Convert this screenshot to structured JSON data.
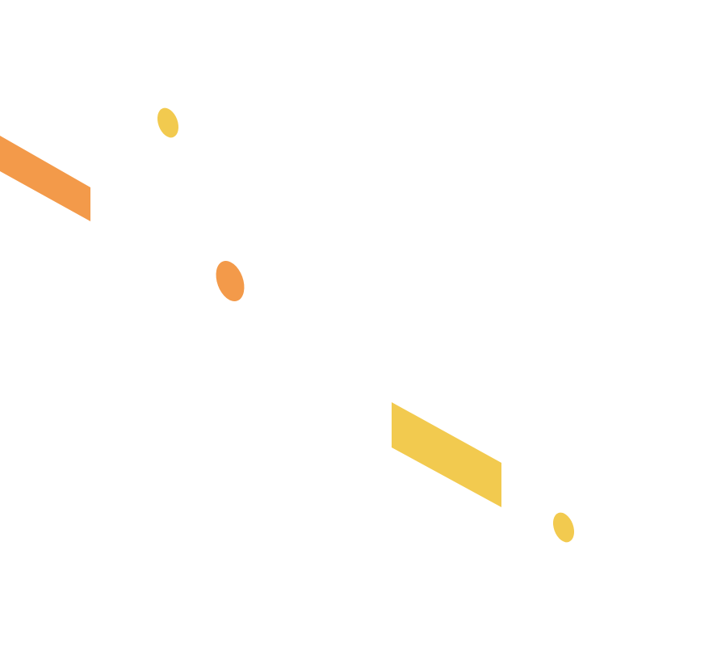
{
  "colors": {
    "background": "#ffffff",
    "orange": "#F39A4A",
    "yellow": "#F2CA4F"
  },
  "shapes": [
    {
      "name": "orange-stripe",
      "kind": "parallelogram",
      "color": "orange"
    },
    {
      "name": "yellow-dot-top",
      "kind": "ellipse",
      "color": "yellow"
    },
    {
      "name": "orange-dot",
      "kind": "ellipse",
      "color": "orange"
    },
    {
      "name": "yellow-stripe",
      "kind": "parallelogram",
      "color": "yellow"
    },
    {
      "name": "yellow-dot-bottom",
      "kind": "ellipse",
      "color": "yellow"
    }
  ]
}
